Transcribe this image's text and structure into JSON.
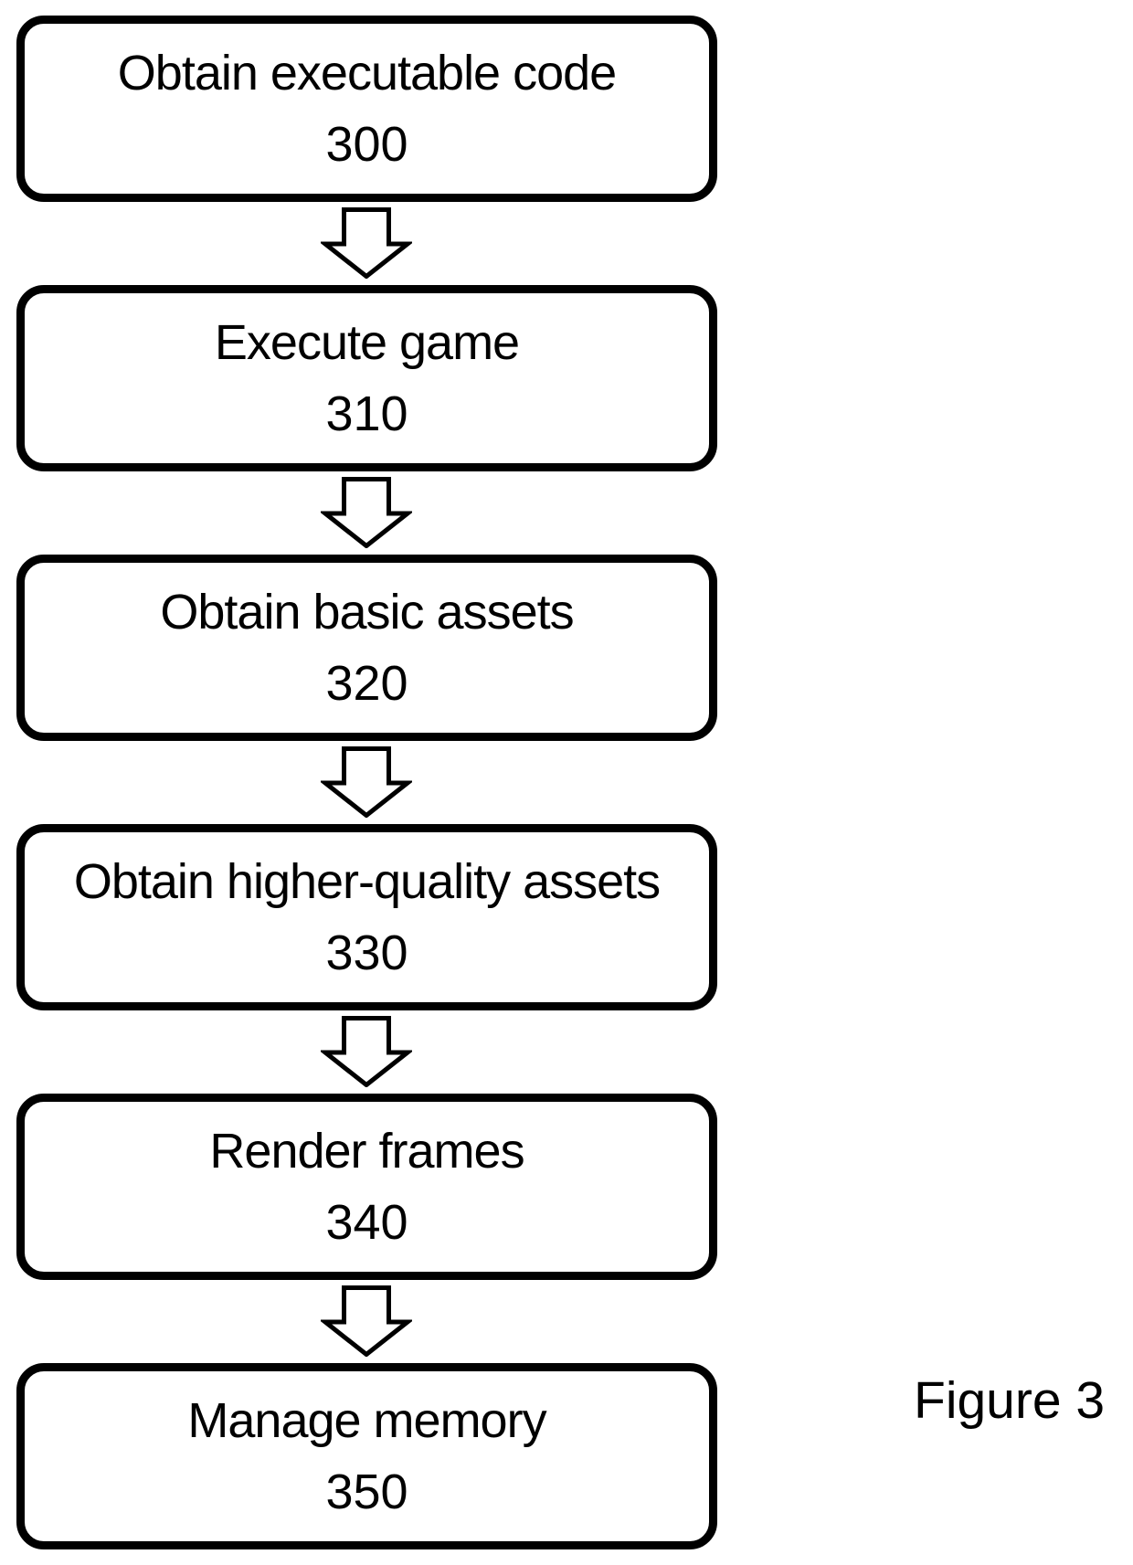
{
  "page": {
    "background_color": "#ffffff",
    "stroke_color": "#000000"
  },
  "figure": {
    "caption": "Figure 3",
    "type": "flowchart"
  },
  "flowchart": {
    "connector": "hollow-down-block-arrow",
    "steps": [
      {
        "label": "Obtain executable code",
        "ref": "300"
      },
      {
        "label": "Execute game",
        "ref": "310"
      },
      {
        "label": "Obtain basic assets",
        "ref": "320"
      },
      {
        "label": "Obtain higher-quality assets",
        "ref": "330"
      },
      {
        "label": "Render frames",
        "ref": "340"
      },
      {
        "label": "Manage memory",
        "ref": "350"
      }
    ]
  }
}
